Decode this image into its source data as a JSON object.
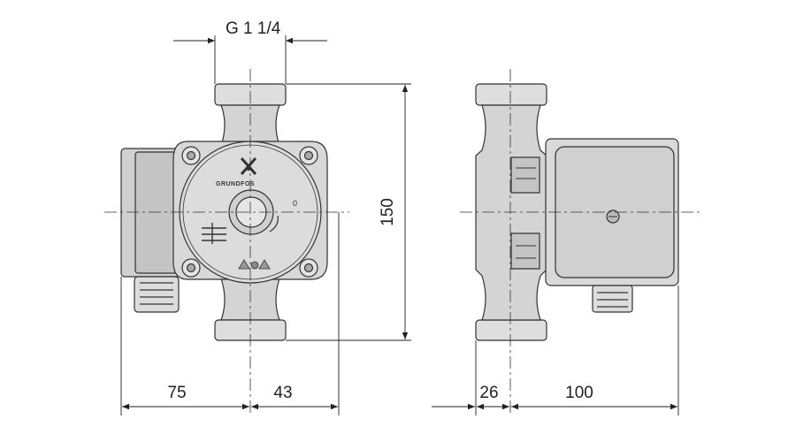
{
  "drawing": {
    "thread_label": "G 1 1/4",
    "height_label": "150",
    "dim_left_label": "75",
    "dim_mid_label": "43",
    "dim_side_left_label": "26",
    "dim_side_right_label": "100",
    "brand_label": "GRUNDFOS",
    "dial_mark": "0"
  },
  "colors": {
    "line": "#333333",
    "fill_light": "#e0e0e0",
    "fill_dark": "#c7c7c7",
    "fill_body": "#d3d3d3"
  }
}
